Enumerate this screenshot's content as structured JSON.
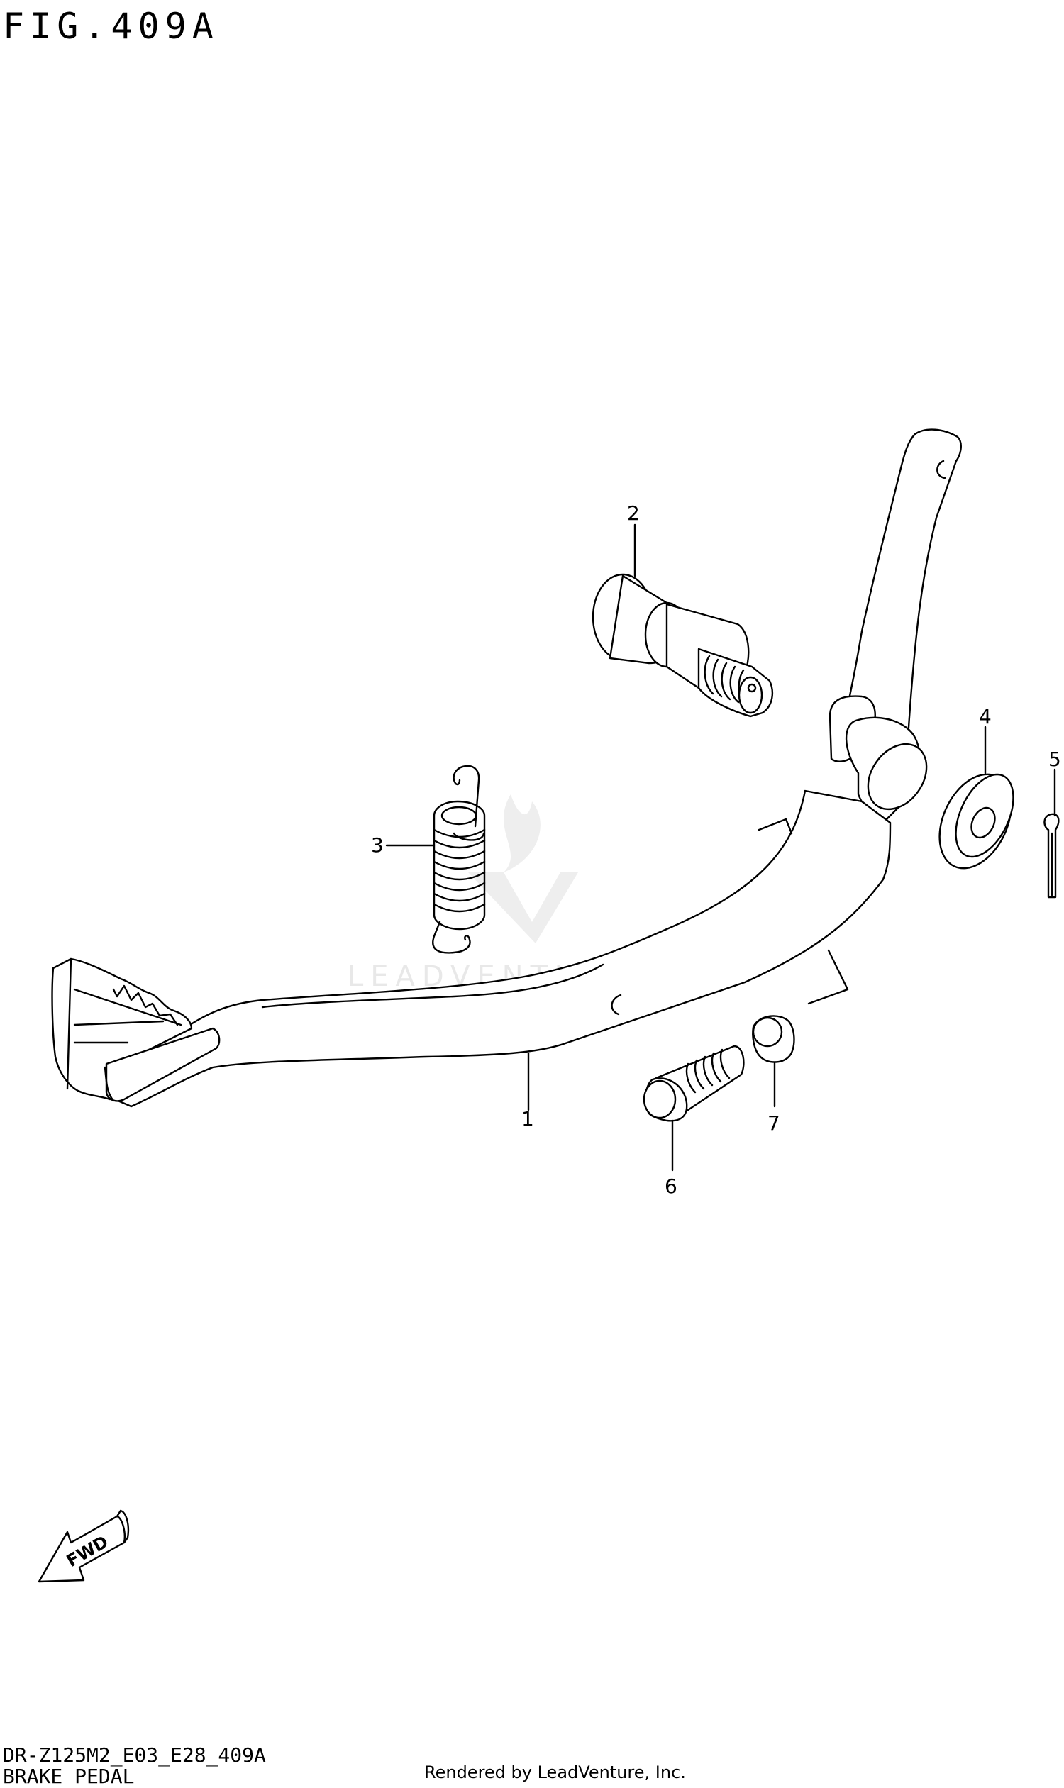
{
  "figure": {
    "title": "FIG.409A"
  },
  "footer": {
    "code": "DR-Z125M2_E03_E28_409A",
    "name": "BRAKE PEDAL",
    "credit": "Rendered by LeadVenture, Inc."
  },
  "watermark": {
    "text": "LEADVENTURE"
  },
  "direction_marker": {
    "label": "FWD"
  },
  "callouts": [
    {
      "number": "1",
      "part": "brake-pedal"
    },
    {
      "number": "2",
      "part": "pivot-shaft"
    },
    {
      "number": "3",
      "part": "return-spring"
    },
    {
      "number": "4",
      "part": "washer"
    },
    {
      "number": "5",
      "part": "cotter-pin"
    },
    {
      "number": "6",
      "part": "bolt"
    },
    {
      "number": "7",
      "part": "nut"
    }
  ]
}
